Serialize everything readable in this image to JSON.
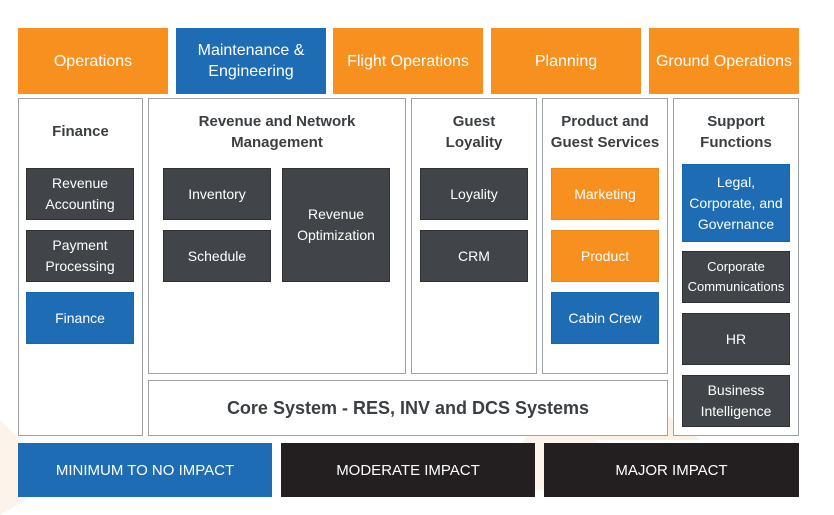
{
  "departments": [
    {
      "label": "Operations",
      "color": "#f7901e"
    },
    {
      "label": "Maintenance & Engineering",
      "color": "#1d6cb4"
    },
    {
      "label": "Flight Operations",
      "color": "#f7901e"
    },
    {
      "label": "Planning",
      "color": "#f7901e"
    },
    {
      "label": "Ground Operations",
      "color": "#f7901e"
    }
  ],
  "panels": {
    "finance": {
      "title": "Finance",
      "items": [
        "Revenue Accounting",
        "Payment Processing",
        "Finance"
      ]
    },
    "revenue_network": {
      "title": "Revenue and Network Management",
      "items": [
        "Inventory",
        "Schedule",
        "Revenue Optimization"
      ]
    },
    "guest_loyalty": {
      "title": "Guest Loyality",
      "items": [
        "Loyality",
        "CRM"
      ]
    },
    "product_guest": {
      "title": "Product and Guest Services",
      "items": [
        "Marketing",
        "Product",
        "Cabin Crew"
      ]
    },
    "support": {
      "title": "Support Functions",
      "items": [
        "Legal, Corporate, and Governance",
        "Corporate Communications",
        "HR",
        "Business Intelligence"
      ]
    }
  },
  "core_system": "Core System - RES, INV and DCS Systems",
  "legend": [
    {
      "label": "MINIMUM TO NO IMPACT",
      "color": "#1d6cb4"
    },
    {
      "label": "MODERATE IMPACT",
      "color": "#231f20"
    },
    {
      "label": "MAJOR IMPACT",
      "color": "#231f20"
    }
  ],
  "colors": {
    "orange": "#f7901e",
    "blue": "#1d6cb4",
    "gray": "#414549",
    "black": "#231f20"
  }
}
